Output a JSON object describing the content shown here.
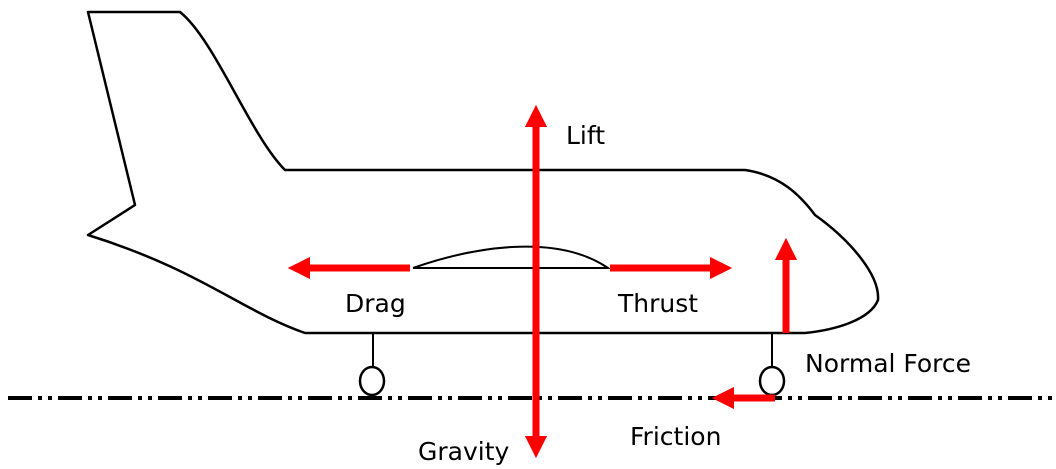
{
  "labels": {
    "lift": "Lift",
    "gravity": "Gravity",
    "drag": "Drag",
    "thrust": "Thrust",
    "normal_force": "Normal Force",
    "friction": "Friction"
  },
  "colors": {
    "force_arrow": "#ff0000",
    "outline": "#000000",
    "background": "#ffffff"
  }
}
